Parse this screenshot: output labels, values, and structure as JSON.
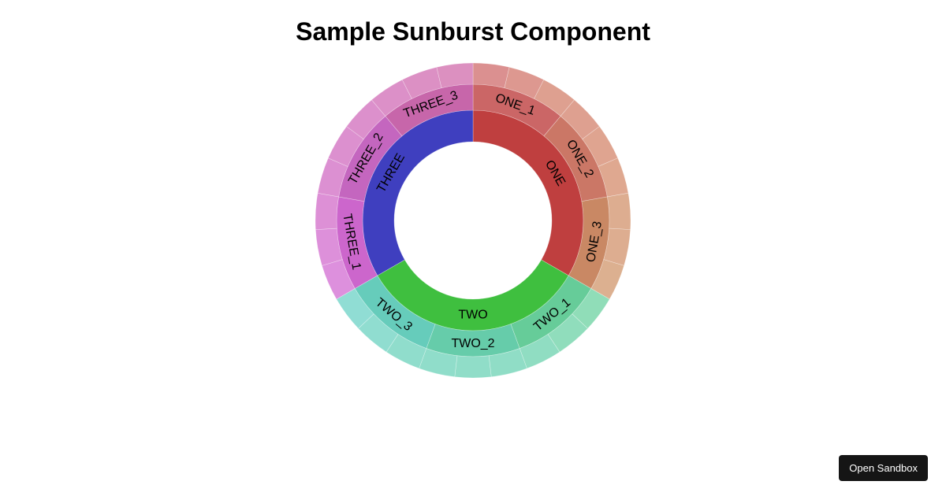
{
  "page": {
    "title": "Sample Sunburst Component"
  },
  "sandbox_button": {
    "label": "Open Sandbox"
  },
  "chart_data": {
    "type": "sunburst",
    "title": "Sample Sunburst Component",
    "start_angle_deg": 0,
    "inner_labels_shown_for_depths": [
      1,
      2
    ],
    "nodes": [
      {
        "name": "ONE",
        "color": "#bf3f3f",
        "children": [
          {
            "name": "ONE_1",
            "color": "#cb6666",
            "leaves": [
              {
                "value": 1,
                "color": "#db9090"
              },
              {
                "value": 1,
                "color": "#dd9890"
              },
              {
                "value": 1,
                "color": "#dea090"
              }
            ]
          },
          {
            "name": "ONE_2",
            "color": "#cb7766",
            "leaves": [
              {
                "value": 1,
                "color": "#dea090"
              },
              {
                "value": 1,
                "color": "#dfa490"
              },
              {
                "value": 1,
                "color": "#dfa890"
              }
            ]
          },
          {
            "name": "ONE_3",
            "color": "#c98864",
            "leaves": [
              {
                "value": 1,
                "color": "#ddad90"
              },
              {
                "value": 1,
                "color": "#ddad90"
              },
              {
                "value": 1,
                "color": "#dcb090"
              }
            ]
          }
        ]
      },
      {
        "name": "TWO",
        "color": "#3fbf3f",
        "children": [
          {
            "name": "TWO_1",
            "color": "#66cc99",
            "leaves": [
              {
                "value": 1,
                "color": "#90ddb8"
              },
              {
                "value": 1,
                "color": "#90ddbc"
              },
              {
                "value": 1,
                "color": "#90ddc2"
              }
            ]
          },
          {
            "name": "TWO_2",
            "color": "#66ccaa",
            "leaves": [
              {
                "value": 1,
                "color": "#90ddc6"
              },
              {
                "value": 1,
                "color": "#90ddc8"
              },
              {
                "value": 1,
                "color": "#90ddca"
              }
            ]
          },
          {
            "name": "TWO_3",
            "color": "#66ccbb",
            "leaves": [
              {
                "value": 1,
                "color": "#90ddcc"
              },
              {
                "value": 1,
                "color": "#90ddd0"
              },
              {
                "value": 1,
                "color": "#90ddd4"
              }
            ]
          }
        ]
      },
      {
        "name": "THREE",
        "color": "#3f3fbf",
        "children": [
          {
            "name": "THREE_1",
            "color": "#cc66cc",
            "leaves": [
              {
                "value": 1,
                "color": "#dd90dd"
              },
              {
                "value": 1,
                "color": "#dd90da"
              },
              {
                "value": 1,
                "color": "#dd90d6"
              }
            ]
          },
          {
            "name": "THREE_2",
            "color": "#c466bf",
            "leaves": [
              {
                "value": 1,
                "color": "#dc90d2"
              },
              {
                "value": 1,
                "color": "#dc90cf"
              },
              {
                "value": 1,
                "color": "#dc90cc"
              }
            ]
          },
          {
            "name": "THREE_3",
            "color": "#c766aa",
            "leaves": [
              {
                "value": 1,
                "color": "#dc90c8"
              },
              {
                "value": 1,
                "color": "#dc90c4"
              },
              {
                "value": 1,
                "color": "#dc90c0"
              }
            ]
          }
        ]
      }
    ]
  }
}
